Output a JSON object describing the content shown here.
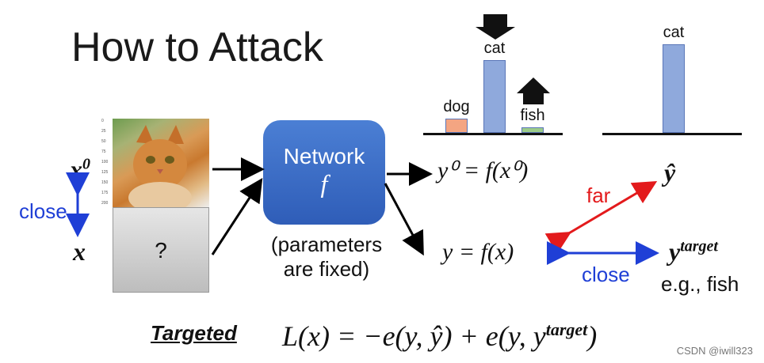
{
  "title": "How to Attack",
  "left": {
    "x0_label": "x",
    "x0_sup": "0",
    "x_label": "x",
    "close_label": "close",
    "unknown_mark": "?",
    "axis_ticks": [
      "0",
      "25",
      "50",
      "75",
      "100",
      "125",
      "150",
      "175",
      "200"
    ]
  },
  "network": {
    "line1": "Network",
    "line2": "f",
    "caption_line1": "(parameters",
    "caption_line2": "are fixed)"
  },
  "outputs": {
    "y0_eq": "y⁰ = f(x⁰)",
    "y_eq": "y = f(x)",
    "yhat": "ŷ",
    "ytarget": "y",
    "ytarget_sup": "target",
    "far_label": "far",
    "close_label": "close",
    "eg_label": "e.g., fish"
  },
  "chart_data": [
    {
      "type": "bar",
      "categories": [
        "dog",
        "cat",
        "fish"
      ],
      "values": [
        0.2,
        1.0,
        0.08
      ],
      "colors": [
        "#f4a582",
        "#8fa9dc",
        "#9ccc8a"
      ]
    },
    {
      "type": "bar",
      "categories": [
        "cat"
      ],
      "values": [
        1.0
      ],
      "colors": [
        "#8fa9dc"
      ]
    }
  ],
  "formula": {
    "label": "Targeted",
    "text": "L(x) = −e(y, ŷ) + e(y, y",
    "sup": "target",
    "tail": ")"
  },
  "watermark": "CSDN @iwill323",
  "colors": {
    "red": "#e31a1c",
    "blue": "#1f3fd6",
    "network": "#3a6cc8"
  }
}
